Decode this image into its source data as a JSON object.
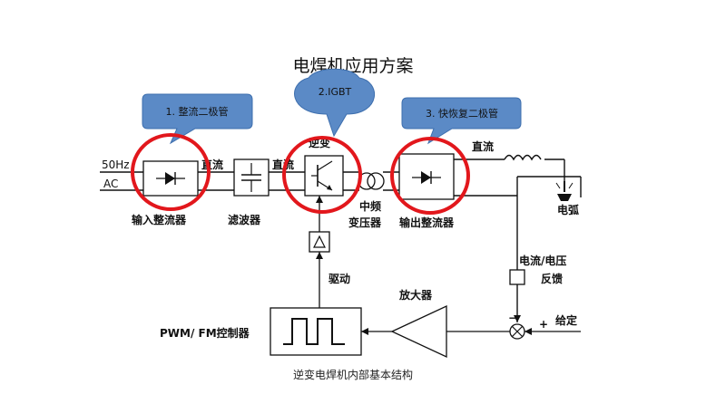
{
  "title": "电焊机应用方案",
  "caption": "逆变电焊机内部基本结构",
  "colors": {
    "callout_fill": "#5b8ac6",
    "callout_stroke": "#3e6fae",
    "highlight_ring": "#e2171c",
    "line": "#111111"
  },
  "callouts": [
    {
      "label": "1. 整流二极管"
    },
    {
      "label": "2.IGBT"
    },
    {
      "label": "3. 快恢复二极管"
    }
  ],
  "labels": {
    "ac_in_top": "50Hz",
    "ac_in_bottom": "AC",
    "dc1": "直流",
    "dc2": "直流",
    "inverter": "逆变",
    "transformer_top": "中频",
    "transformer_bottom": "变压器",
    "dc3": "直流",
    "arc": "电弧",
    "input_rectifier": "输入整流器",
    "filter": "滤波器",
    "output_rectifier": "输出整流器",
    "drive": "驱动",
    "feedback_top": "电流/电压",
    "feedback_bottom": "反馈",
    "amplifier": "放大器",
    "setpoint": "给定",
    "minus": "−",
    "plus": "+",
    "controller": "PWM/  FM控制器"
  }
}
